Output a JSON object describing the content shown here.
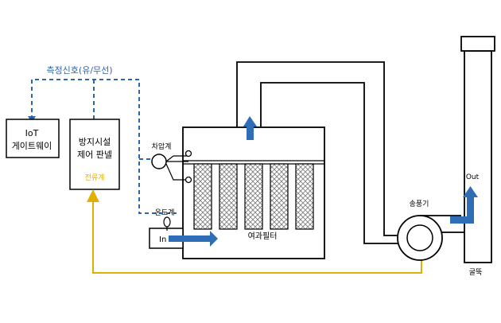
{
  "labels": {
    "signal": "측정신호(유/무선)",
    "iot_line1": "IoT",
    "iot_line2": "게이트웨이",
    "panel_line1": "방지시설",
    "panel_line2": "제어 판넬",
    "current_meter": "전류계",
    "pressure_gauge": "차압계",
    "thermometer": "온도계",
    "inlet": "In",
    "filter": "여과필터",
    "fan": "송풍기",
    "outlet": "Out",
    "stack": "굴뚝"
  },
  "colors": {
    "line": "#000000",
    "signal": "#2e64a8",
    "current": "#e0b000",
    "arrow": "#2f6db7",
    "filter_fill": "#c8c8c8"
  },
  "icons": [
    "flow-arrow-icon",
    "fan-icon",
    "gauge-icon",
    "thermometer-icon"
  ]
}
